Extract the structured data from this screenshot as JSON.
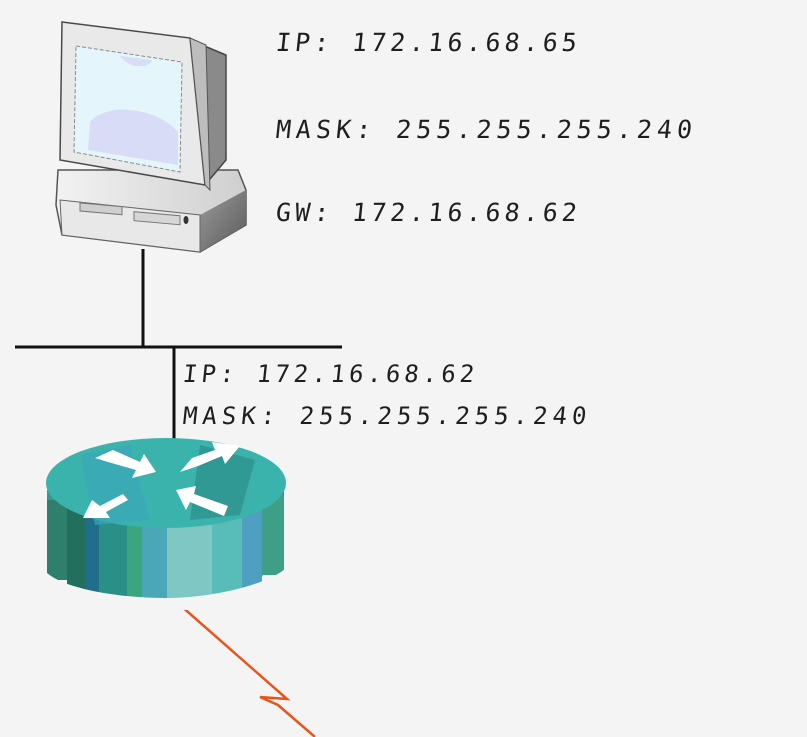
{
  "diagram": {
    "type": "network-topology",
    "nodes": [
      {
        "id": "pc",
        "kind": "workstation",
        "icon": "desktop-computer-icon"
      },
      {
        "id": "router",
        "kind": "router",
        "icon": "router-icon"
      }
    ],
    "links": [
      {
        "from": "pc",
        "to": "lan-segment",
        "style": "ethernet",
        "color": "#111111"
      },
      {
        "from": "router",
        "to": "lan-segment",
        "style": "ethernet",
        "color": "#111111"
      },
      {
        "from": "router",
        "to": "wan",
        "style": "serial",
        "color": "#e8541a"
      }
    ]
  },
  "pc": {
    "ip_label": "IP: 172.16.68.65",
    "mask_label": "MASK: 255.255.255.240",
    "gw_label": "GW: 172.16.68.62",
    "ip": "172.16.68.65",
    "mask": "255.255.255.240",
    "gateway": "172.16.68.62"
  },
  "router": {
    "ip_label": "IP: 172.16.68.62",
    "mask_label": "MASK: 255.255.255.240",
    "ip": "172.16.68.62",
    "mask": "255.255.255.240"
  },
  "colors": {
    "background": "#f4f4f4",
    "text": "#1e1e1e",
    "ethernet_line": "#111111",
    "serial_line": "#e8541a",
    "router_teal": "#3bb3ad",
    "screen": "#e4f6fb",
    "screen_shadow": "#d8dcf6"
  }
}
